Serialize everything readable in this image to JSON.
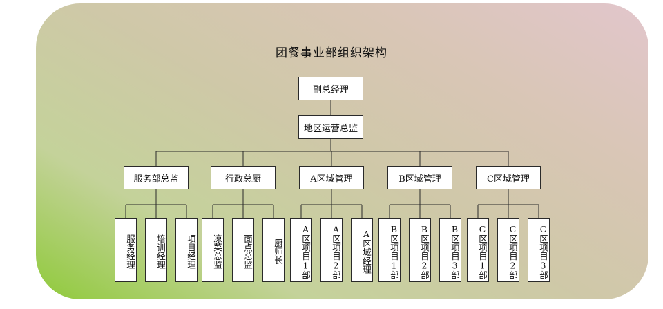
{
  "chart": {
    "title": "团餐事业部组织架构",
    "root": "副总经理",
    "level2": "地区运营总监",
    "departments": [
      {
        "label": "服务部总监",
        "children": [
          "服务经理",
          "培训经理",
          "项目经理"
        ]
      },
      {
        "label": "行政总厨",
        "children": [
          "凉菜总监",
          "面点总监",
          "厨师长"
        ]
      },
      {
        "label": "A区域管理",
        "children": [
          "A区项目1部",
          "A区项目2部",
          "A区域经理"
        ]
      },
      {
        "label": "B区域管理",
        "children": [
          "B区项目1部",
          "B区项目2部",
          "B区项目3部"
        ]
      },
      {
        "label": "C区域管理",
        "children": [
          "C区项目1部",
          "C区项目2部",
          "C区项目3部"
        ]
      }
    ]
  },
  "colors": {
    "line": "#2a2a2a",
    "box": "#ffffff"
  }
}
